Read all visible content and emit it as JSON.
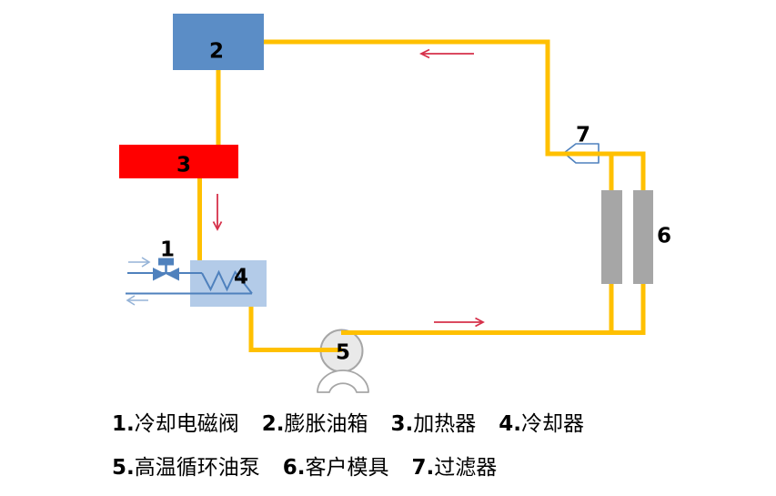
{
  "components": {
    "valve": {
      "label": "1"
    },
    "tank": {
      "label": "2"
    },
    "heater": {
      "label": "3"
    },
    "cooler": {
      "label": "4"
    },
    "pump": {
      "label": "5"
    },
    "mold": {
      "label": "6"
    },
    "filter": {
      "label": "7"
    }
  },
  "legend": {
    "row1": [
      {
        "num": "1.",
        "name": "冷却电磁阀"
      },
      {
        "num": "2.",
        "name": "膨胀油箱"
      },
      {
        "num": "3.",
        "name": "加热器"
      },
      {
        "num": "4.",
        "name": "冷却器"
      }
    ],
    "row2": [
      {
        "num": "5.",
        "name": "高温循环油泵"
      },
      {
        "num": "6.",
        "name": "客户模具"
      },
      {
        "num": "7.",
        "name": "过滤器"
      }
    ]
  },
  "colors": {
    "pipe": "#FFC000",
    "tank-blue": "#5B8DC6",
    "heater-red": "#FF0000",
    "cooler-blue": "#B3CBE8",
    "steel-blue": "#4F81BD",
    "water-arrow-blue": "#95B3D7",
    "mold-gray": "#A6A6A6",
    "pump-gray": "#E9E9E9",
    "outline-gray": "#A6A6A6",
    "flow-arrow-red": "#D6304A",
    "text": "#000000",
    "background": "#FFFFFF"
  }
}
